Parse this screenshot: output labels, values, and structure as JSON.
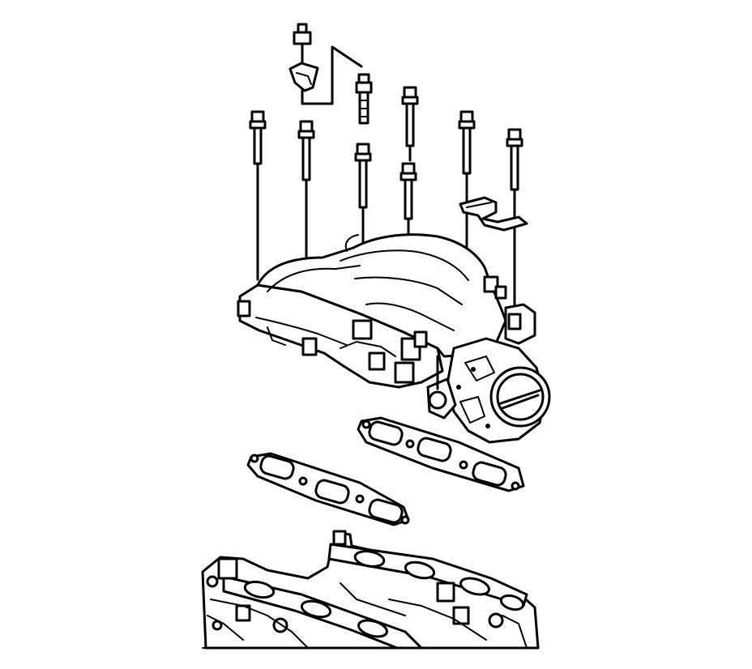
{
  "diagram": {
    "kind": "exploded-view line drawing",
    "line_color": "#000000",
    "background_color": "#ffffff",
    "labels": []
  },
  "parts": {
    "bolts": 8,
    "studs": 1,
    "clips": 1,
    "brackets": 1,
    "upper_intake_manifold": 1,
    "throttle_body": 1,
    "manifold_gaskets": 2,
    "lower_engine_block": 1
  }
}
